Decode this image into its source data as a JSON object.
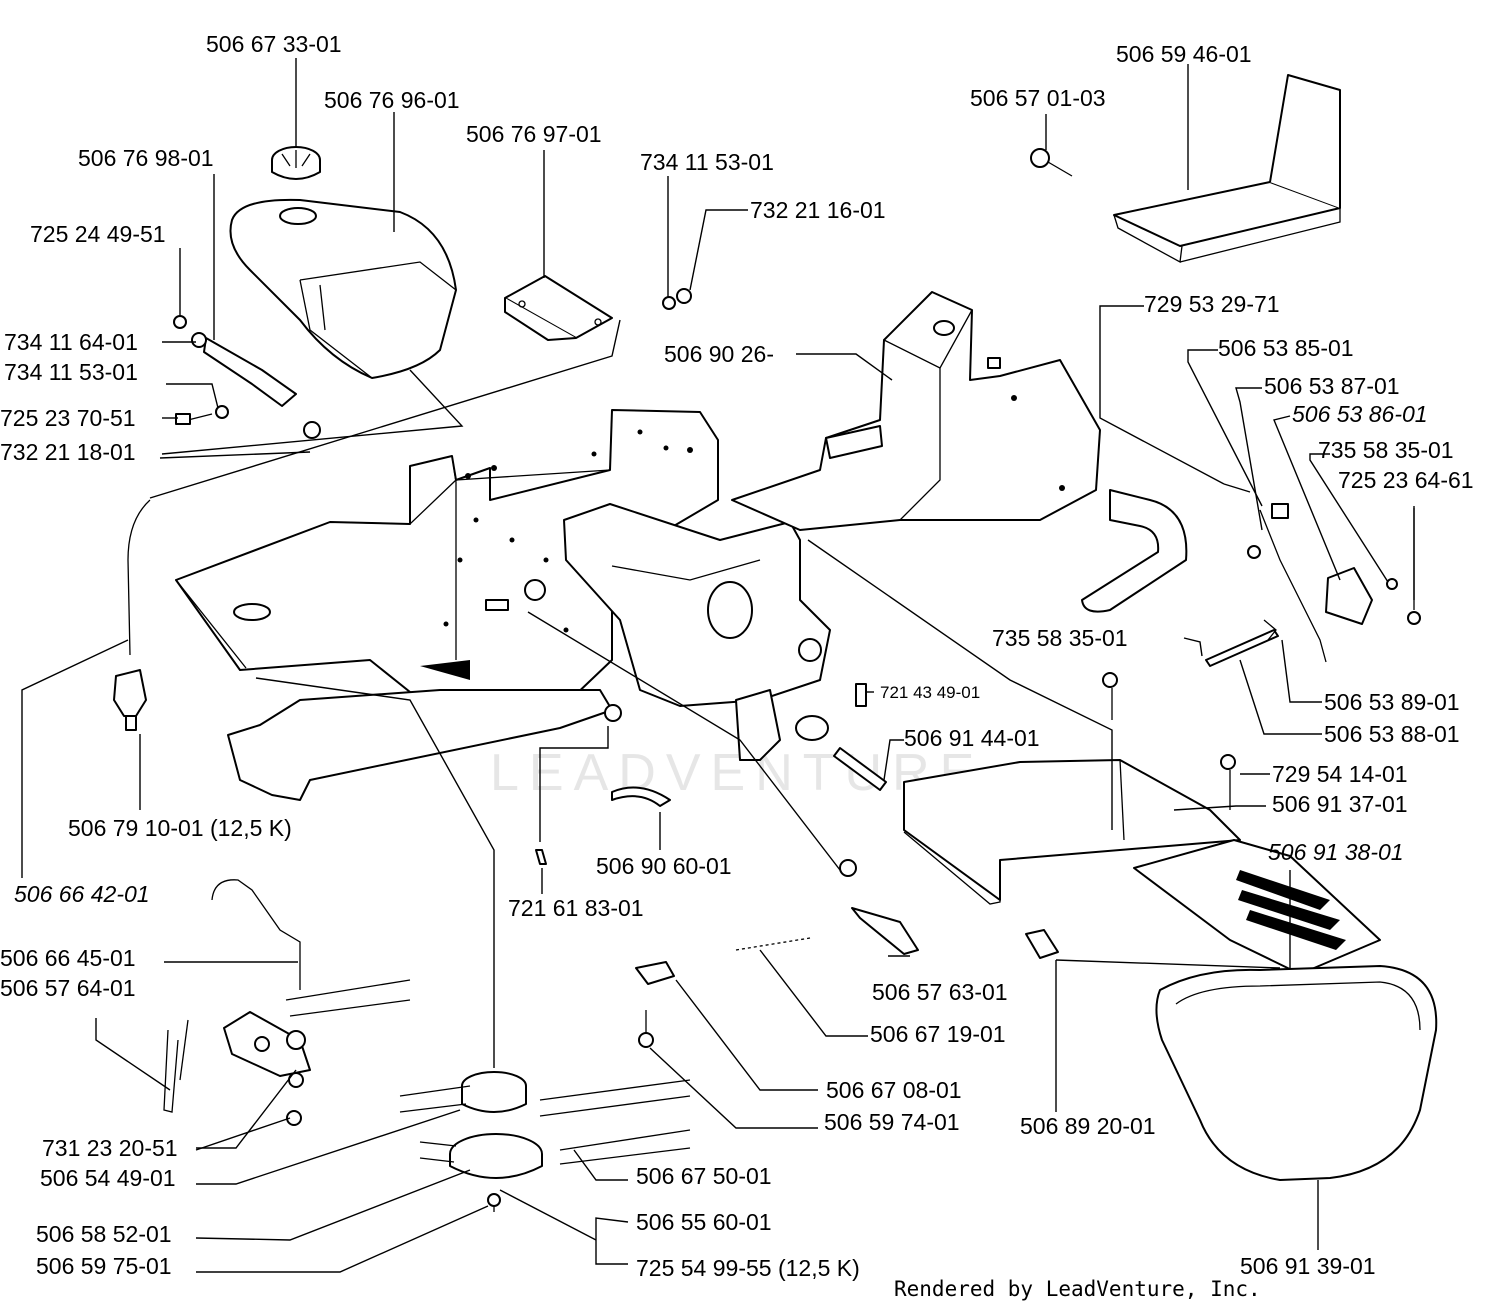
{
  "watermark": "LEADVENTURE",
  "credit": "Rendered by LeadVenture, Inc.",
  "labels": {
    "fuel_cap": "506 67 33-01",
    "fuel_tank": "506 76 96-01",
    "tank_strap": "506 76 98-01",
    "tank_bracket": "506 76 97-01",
    "bracket_nut": "734 11 53-01",
    "bracket_washer": "732 21 16-01",
    "screw_72524": "725 24 49-51",
    "nut_73411_64": "734 11 64-01",
    "nut_73411_53": "734 11 53-01",
    "bolt_72523": "725 23 70-51",
    "washer_73221": "732 21 18-01",
    "seat_pan": "506 59 46-01",
    "seat_bolt": "506 57 01-03",
    "frame": "506 90 26-",
    "rod_72953": "729 53 29-71",
    "lever_53_85": "506 53 85-01",
    "lever_53_87": "506 53 87-01",
    "lever_53_86": "506 53 86-01",
    "pin_73558_a": "735 58 35-01",
    "bolt_72523_64": "725 23 64-61",
    "pin_73558_b": "735 58 35-01",
    "fuel_filter": "506 79 10-01 (12,5 K)",
    "fuel_line": "506 66 42-01",
    "sleeve": "721 43 49-01",
    "axle_pin": "506 91 44-01",
    "spring_60": "506 90 60-01",
    "cotter_pin": "721 61 83-01",
    "link_89": "506 53 89-01",
    "link_88": "506 53 88-01",
    "screw_72954": "729 54 14-01",
    "shroud": "506 91 37-01",
    "grille": "506 91 38-01",
    "tension_rod": "506 66 45-01",
    "idler_arm": "506 57 64-01",
    "bracket_63": "506 57 63-01",
    "spring_19": "506 67 19-01",
    "plate_08": "506 67 08-01",
    "bolt_74": "506 59 74-01",
    "clip_89_20": "506 89 20-01",
    "nut_73123": "731 23 20-51",
    "idler_pulley": "506 54 49-01",
    "belt": "506 67 50-01",
    "pulley_52": "506 58 52-01",
    "key_55_60": "506 55 60-01",
    "bolt_75": "506 59 75-01",
    "belt_k": "725 54 99-55 (12,5 K)",
    "hood": "506 91 39-01"
  }
}
